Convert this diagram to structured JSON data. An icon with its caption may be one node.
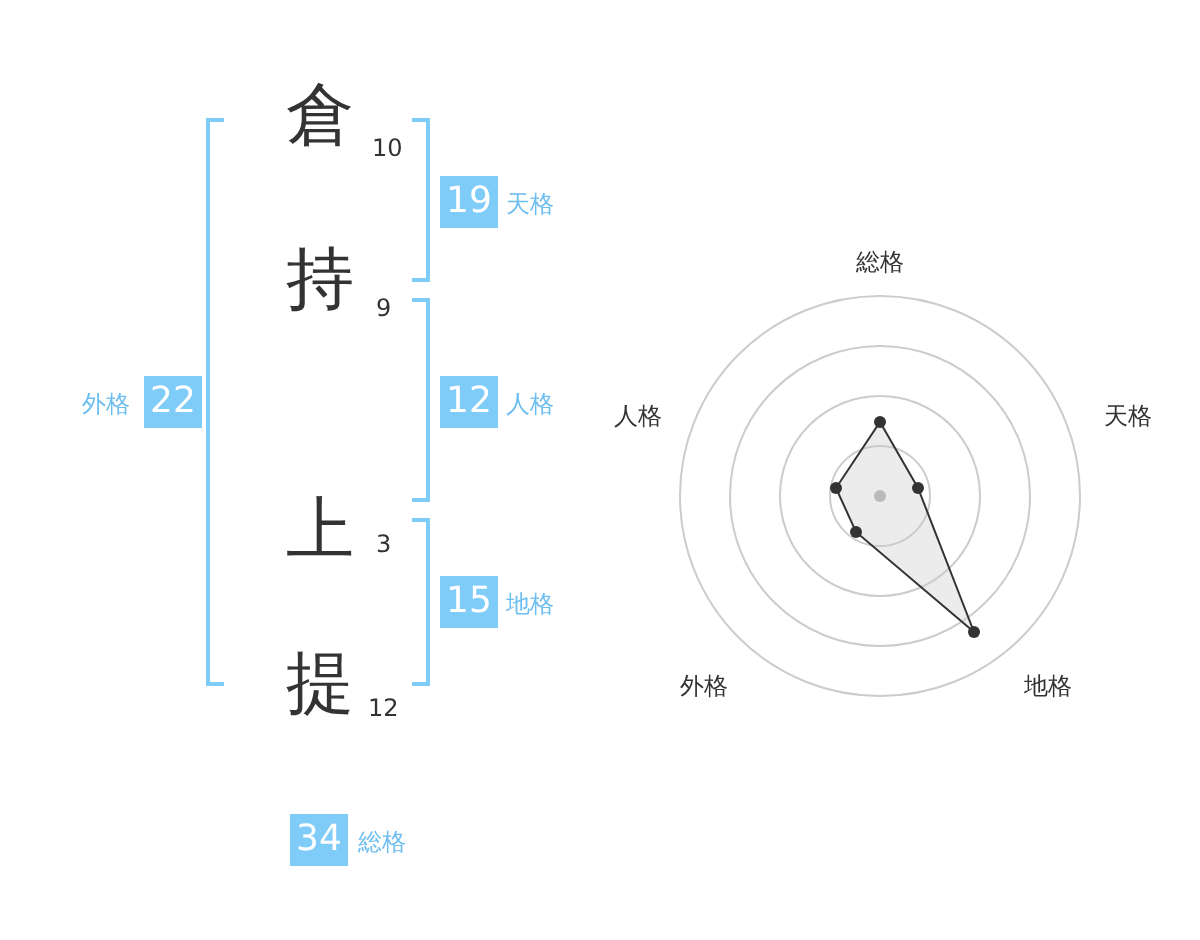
{
  "diagram": {
    "nodes": [
      {
        "text": [
          "倉"
        ],
        "beside": [
          "10"
        ]
      },
      {
        "text": [
          "持"
        ],
        "beside": [
          "9"
        ]
      },
      {
        "text": [
          "上"
        ],
        "beside": [
          "3"
        ]
      },
      {
        "text": [
          "提"
        ],
        "beside": [
          "12"
        ]
      },
      {
        "text": [
          "19"
        ],
        "beside": [
          "天格"
        ]
      },
      {
        "text": [
          "12"
        ],
        "beside": [
          "人格"
        ]
      },
      {
        "text": [
          "22"
        ],
        "beside": [
          "外格"
        ]
      },
      {
        "text": [
          "15"
        ],
        "beside": [
          "地格"
        ]
      },
      {
        "text": [
          "34"
        ],
        "beside": [
          "総格"
        ]
      }
    ],
    "labels": [
      "総格",
      "人格",
      "天格",
      "外格",
      "地格"
    ]
  }
}
